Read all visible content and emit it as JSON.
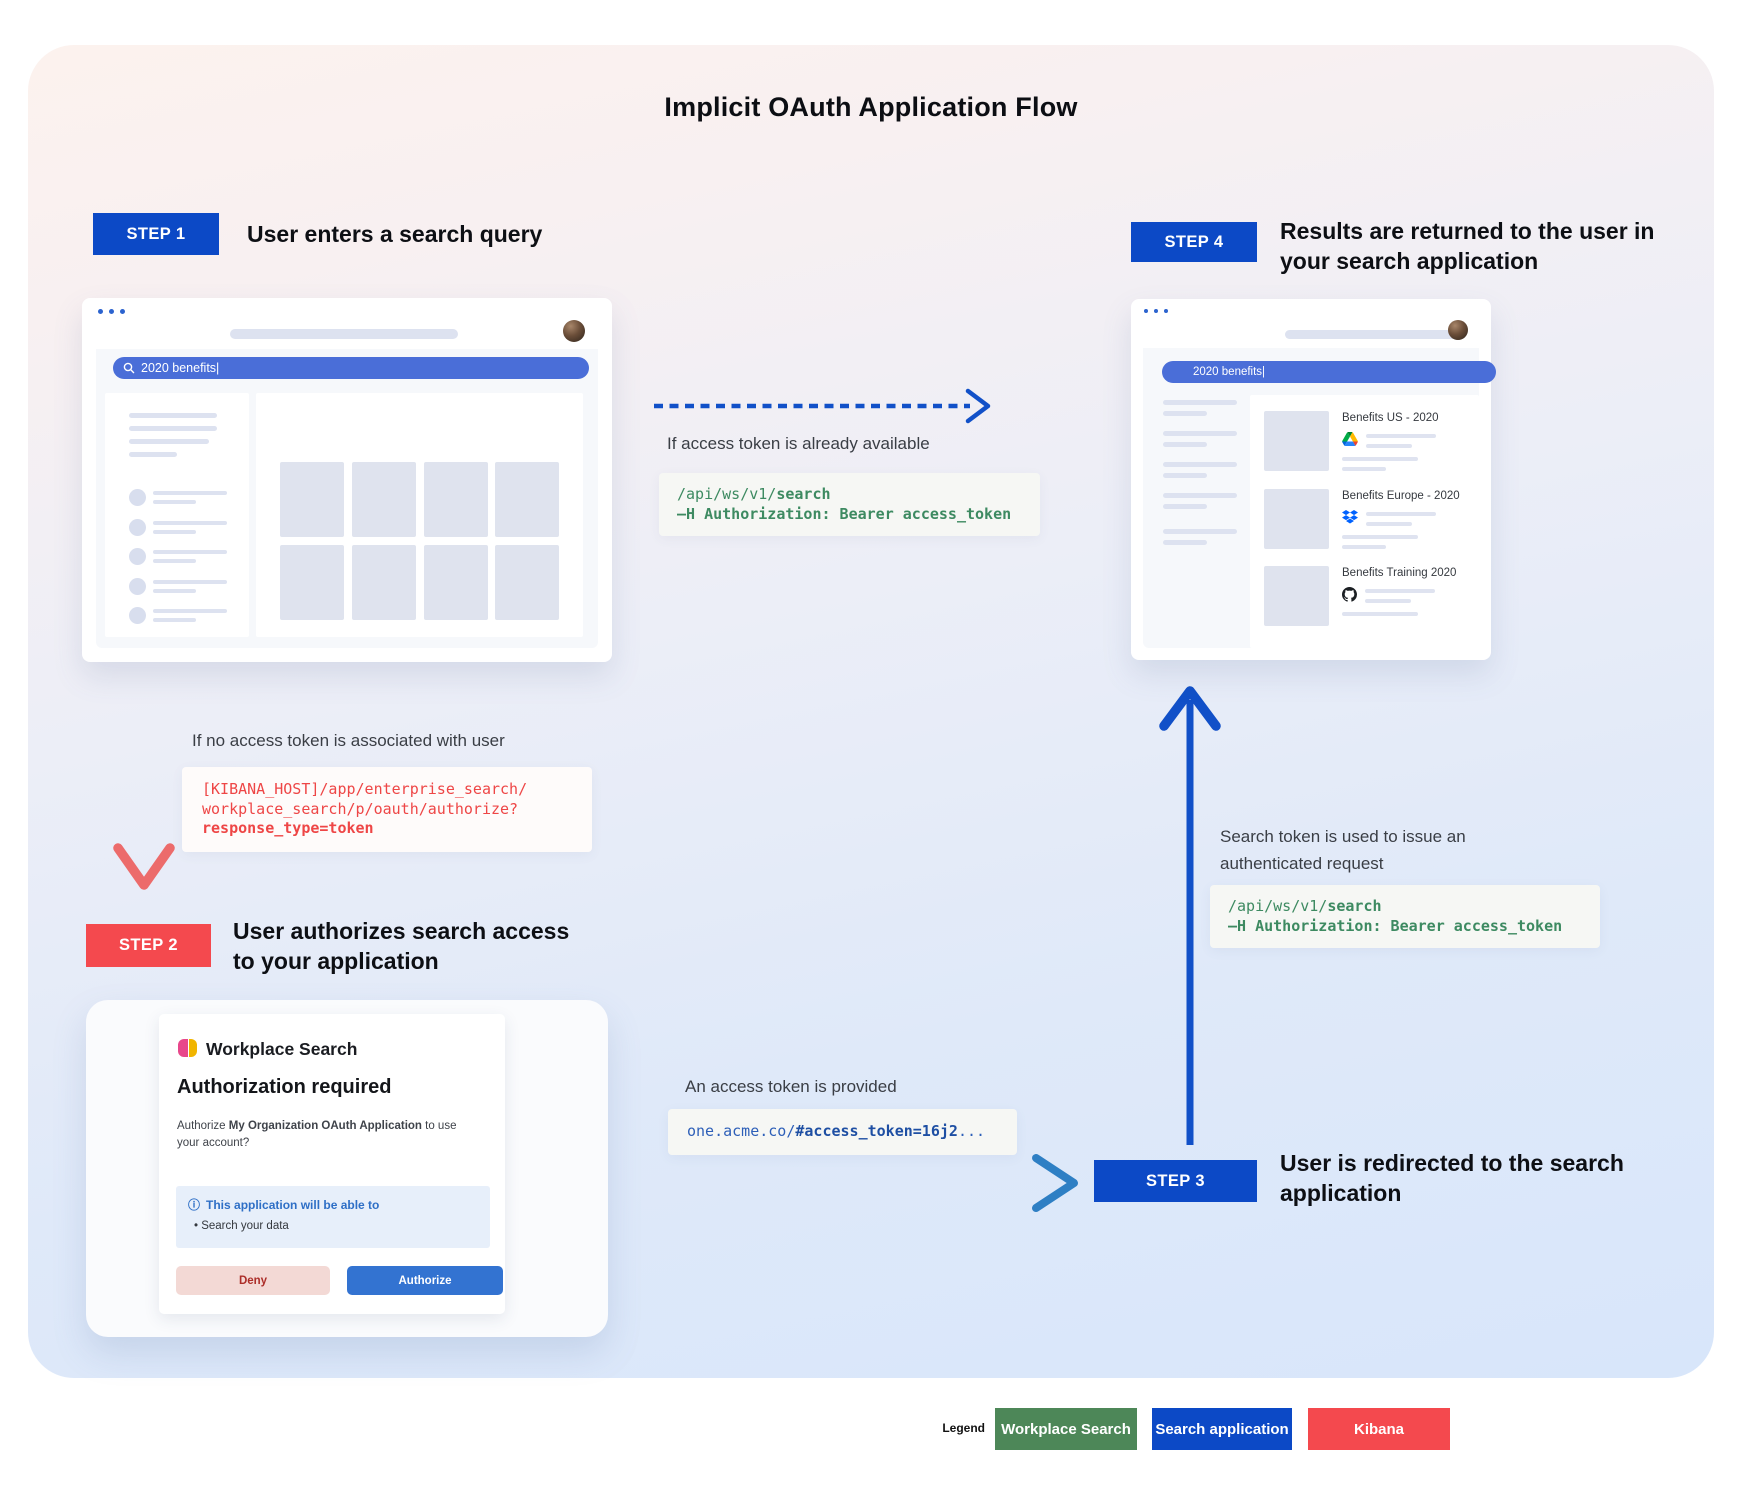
{
  "title": "Implicit OAuth Application Flow",
  "steps": {
    "s1": {
      "badge": "STEP 1",
      "label": "User enters a search query"
    },
    "s2": {
      "badge": "STEP 2",
      "label_line1": "User authorizes search access",
      "label_line2": "to your application"
    },
    "s3": {
      "badge": "STEP 3",
      "label_line1": "User is redirected to the search",
      "label_line2": "application"
    },
    "s4": {
      "badge": "STEP 4",
      "label_line1": "Results are returned to the user in",
      "label_line2": "your search application"
    }
  },
  "browser1": {
    "search_query": "2020 benefits|"
  },
  "browser2": {
    "search_query": "2020 benefits|",
    "results": [
      {
        "title": "Benefits US - 2020",
        "source_icon": "google-drive-icon"
      },
      {
        "title": "Benefits Europe - 2020",
        "source_icon": "dropbox-icon"
      },
      {
        "title": "Benefits Training 2020",
        "source_icon": "github-icon"
      }
    ]
  },
  "annotations": {
    "token_available": "If access token is already available",
    "no_token": "If no access token is associated with user",
    "token_provided": "An access token is provided",
    "token_used_line1": "Search token is used to issue an",
    "token_used_line2": "authenticated request"
  },
  "code": {
    "search_api_top": {
      "path": "/api/ws/v1/",
      "endpoint": "search",
      "header": "–H Authorization: Bearer access_token"
    },
    "kibana_authorize": {
      "line1": "[KIBANA_HOST]/app/enterprise_search/",
      "line2": "workplace_search/p/oauth/authorize?",
      "line3": "response_type=token"
    },
    "redirect": {
      "prefix": "one.acme.co/",
      "token": "#access_token=16j2",
      "suffix": "..."
    },
    "search_api_right": {
      "path": "/api/ws/v1/",
      "endpoint": "search",
      "header": "–H Authorization: Bearer access_token"
    }
  },
  "dialog": {
    "app_name": "Workplace Search",
    "heading": "Authorization required",
    "body_prefix": "Authorize ",
    "body_bold": "My Organization OAuth Application",
    "body_suffix": " to use your account?",
    "info_icon": "ⓘ",
    "info_title": "This application will be able to",
    "info_bullet": "•  Search your data",
    "deny": "Deny",
    "authorize": "Authorize"
  },
  "legend": {
    "label": "Legend",
    "items": [
      {
        "label": "Workplace Search",
        "color": "#4d8758"
      },
      {
        "label": "Search application",
        "color": "#0c49c6"
      },
      {
        "label": "Kibana",
        "color": "#f4494e"
      }
    ]
  },
  "colors": {
    "arrow_blue": "#1150c8",
    "arrow_red": "#ec6b6b",
    "searchbar_blue": "#4a6ed8",
    "code_green": "#3d8a61",
    "code_red": "#ee4646",
    "code_blue": "#2d5fb8"
  }
}
